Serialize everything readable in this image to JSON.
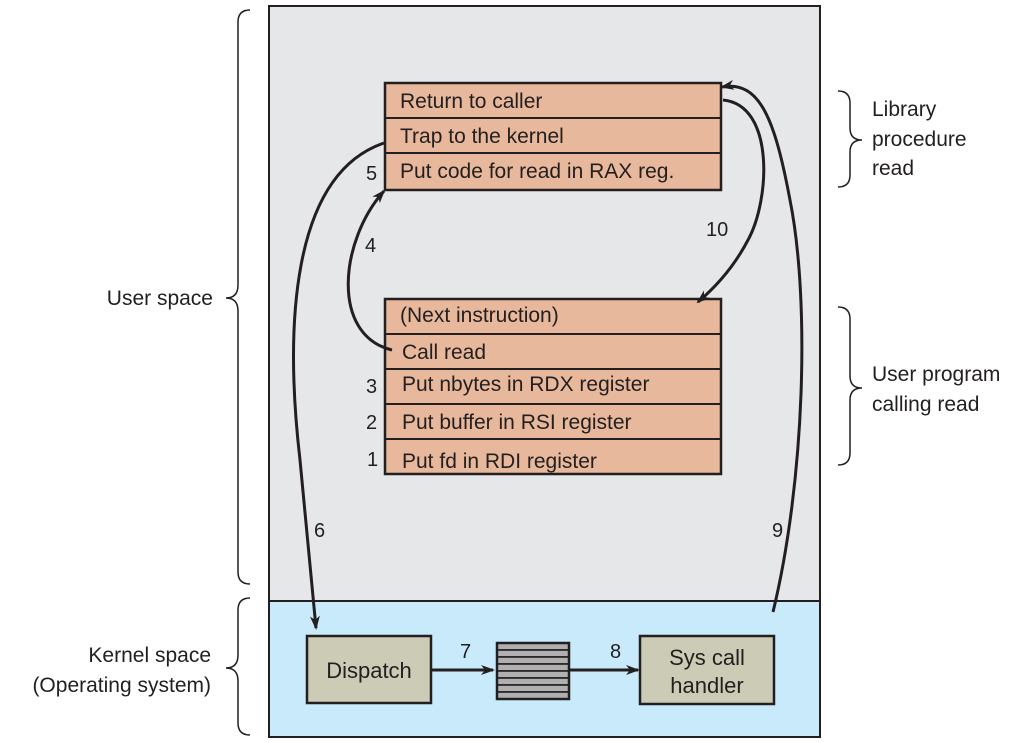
{
  "colors": {
    "user_space_fill": "#e6e7e9",
    "kernel_space_fill": "#c8eafa",
    "stack_fill": "#e8b89c",
    "kernel_box_fill": "#cbcbb6",
    "table_stripe": "#b0b0b0",
    "line": "#231f20"
  },
  "left_labels": {
    "user_space": "User space",
    "kernel_space_line1": "Kernel space",
    "kernel_space_line2": "(Operating system)"
  },
  "right_labels": {
    "library_line1": "Library",
    "library_line2": "procedure",
    "library_line3": "read",
    "program_line1": "User program",
    "program_line2": "calling read"
  },
  "library_stack": {
    "rows": [
      "Return to caller",
      "Trap to the kernel",
      "Put code for read in RAX reg."
    ]
  },
  "program_stack": {
    "rows": [
      "(Next instruction)",
      "Call read",
      "Put nbytes in RDX register",
      "Put buffer in RSI register",
      "Put fd in RDI register"
    ]
  },
  "kernel": {
    "dispatch_label": "Dispatch",
    "handler_line1": "Sys call",
    "handler_line2": "handler",
    "table_rows": 8
  },
  "step_numbers": {
    "s1": "1",
    "s2": "2",
    "s3": "3",
    "s4": "4",
    "s5": "5",
    "s6": "6",
    "s7": "7",
    "s8": "8",
    "s9": "9",
    "s10": "10"
  }
}
